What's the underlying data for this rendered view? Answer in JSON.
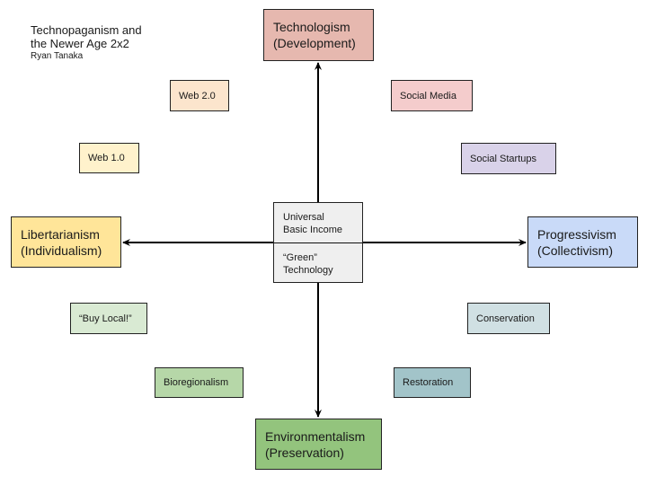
{
  "title": {
    "line1": "Technopaganism and",
    "line2": "the Newer Age 2x2",
    "author": "Ryan Tanaka"
  },
  "axes": {
    "top": {
      "line1": "Technologism",
      "line2": "(Development)",
      "color": "#e6b8af"
    },
    "bottom": {
      "line1": "Environmentalism",
      "line2": "(Preservation)",
      "color": "#93c47d"
    },
    "left": {
      "line1": "Libertarianism",
      "line2": "(Individualism)",
      "color": "#ffe599"
    },
    "right": {
      "line1": "Progressivism",
      "line2": "(Collectivism)",
      "color": "#c9daf8"
    }
  },
  "center": {
    "top": {
      "line1": "Universal",
      "line2": "Basic Income"
    },
    "bottom": {
      "line1": "“Green”",
      "line2": "Technology"
    }
  },
  "items": {
    "web20": {
      "label": "Web 2.0",
      "color": "#fce5cd"
    },
    "web10": {
      "label": "Web 1.0",
      "color": "#fff2cc"
    },
    "social_media": {
      "label": "Social Media",
      "color": "#f4cccc"
    },
    "social_startups": {
      "label": "Social Startups",
      "color": "#d9d2e9"
    },
    "buy_local": {
      "label": "“Buy Local!”",
      "color": "#d9ead3"
    },
    "bioregionalism": {
      "label": "Bioregionalism",
      "color": "#b6d7a8"
    },
    "conservation": {
      "label": "Conservation",
      "color": "#d0e0e3"
    },
    "restoration": {
      "label": "Restoration",
      "color": "#a2c4c9"
    }
  }
}
